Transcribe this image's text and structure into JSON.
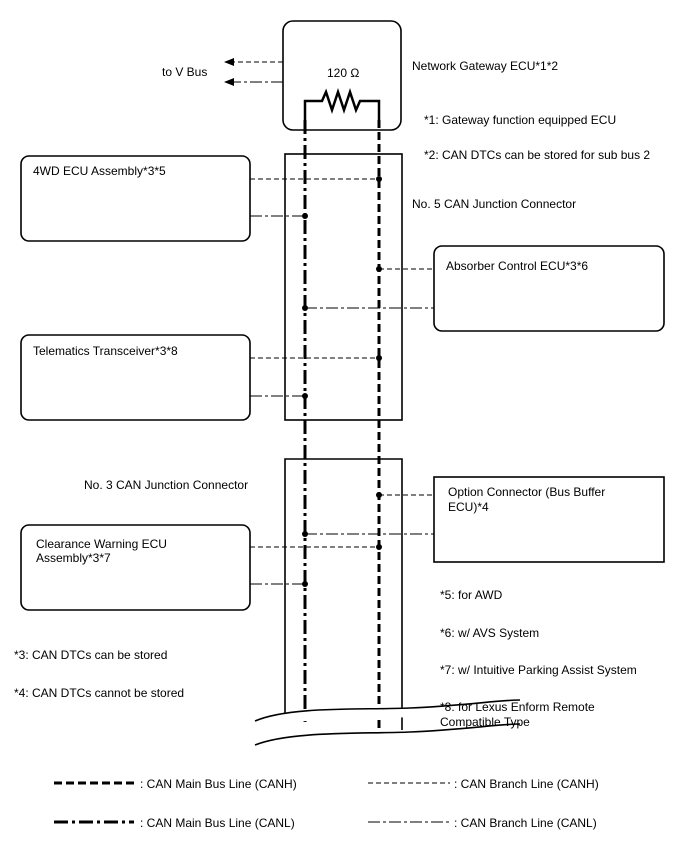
{
  "gateway": {
    "label": "Network Gateway ECU*1*2",
    "resistor": "120 Ω",
    "to_bus": "to V Bus"
  },
  "notes": {
    "n1": "*1: Gateway function equipped ECU",
    "n2": "*2: CAN DTCs can be stored for sub bus 2",
    "n3": "*3: CAN DTCs can be stored",
    "n4": "*4: CAN DTCs cannot be stored",
    "n5": "*5: for AWD",
    "n6": "*6: w/ AVS System",
    "n7": "*7: w/ Intuitive Parking Assist System",
    "n8_line1": "*8: for Lexus Enform Remote",
    "n8_line2": "Compatible Type"
  },
  "connectors": {
    "no5": "No. 5 CAN Junction Connector",
    "no3": "No. 3 CAN Junction Connector"
  },
  "ecus": {
    "awd": "4WD ECU Assembly*3*5",
    "absorber": "Absorber Control ECU*3*6",
    "telematics": "Telematics Transceiver*3*8",
    "option_line1": "Option Connector (Bus Buffer",
    "option_line2": "ECU)*4",
    "clearance_line1": "Clearance Warning ECU",
    "clearance_line2": "Assembly*3*7"
  },
  "legend": {
    "main_canh": ": CAN Main Bus Line (CANH)",
    "branch_canh": ": CAN Branch Line (CANH)",
    "main_canl": ": CAN Main Bus Line (CANL)",
    "branch_canl": ": CAN Branch Line (CANL)"
  }
}
